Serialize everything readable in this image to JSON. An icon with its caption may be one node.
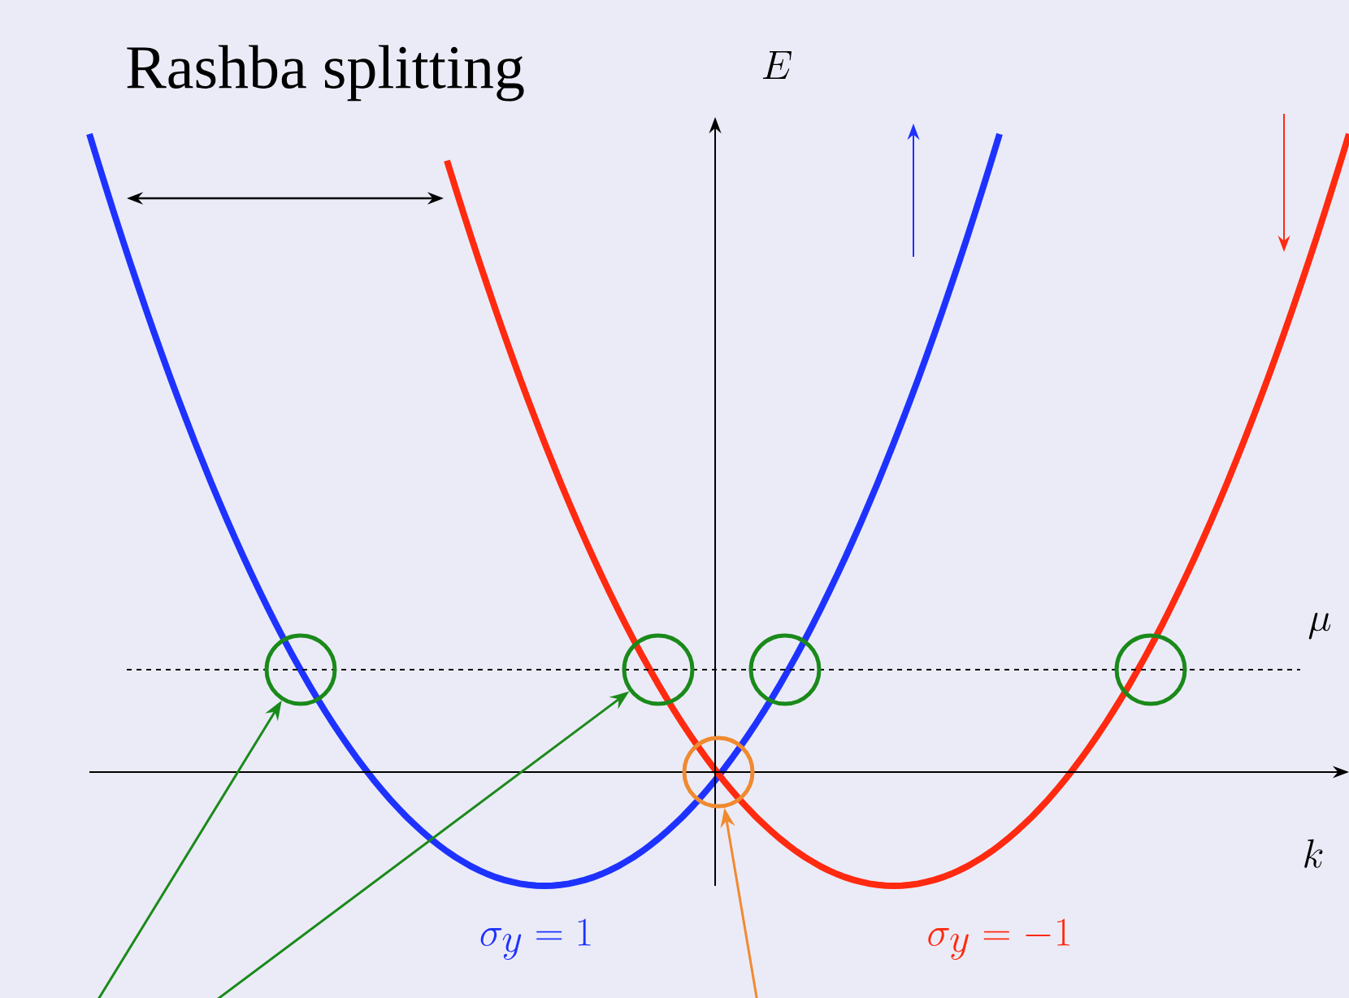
{
  "diagram": {
    "nodes": [
      {
        "text": [],
        "shape": "circle"
      },
      {
        "text": [],
        "shape": "circle"
      },
      {
        "text": [],
        "shape": "circle"
      },
      {
        "text": [],
        "shape": "circle"
      },
      {
        "text": [],
        "shape": "circle"
      }
    ],
    "edges": [
      {
        "from": null,
        "to": 0,
        "arrow": "to",
        "color": "#1a8a1a"
      },
      {
        "from": null,
        "to": 1,
        "arrow": "to",
        "color": "#1a8a1a"
      },
      {
        "from": null,
        "to": 4,
        "arrow": "to",
        "color": "#f08a30"
      }
    ],
    "labels": [
      "Rashba splitting",
      "E",
      "\\mu",
      "k",
      "\\sigma_y = 1",
      "\\sigma_y = -1"
    ]
  }
}
